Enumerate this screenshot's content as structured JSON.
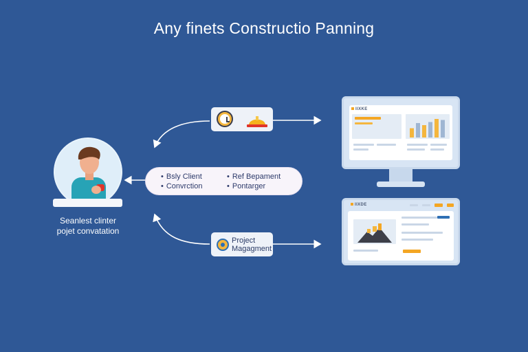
{
  "title": "Any finets Constructio Panning",
  "user": {
    "caption_line1": "Seanlest clinter",
    "caption_line2": "pojet convatation"
  },
  "pill": {
    "items_left": [
      "Bsly Client",
      "Convrction"
    ],
    "items_right": [
      "Ref Bepament",
      "Pontarger"
    ]
  },
  "project_card": {
    "line1": "Project",
    "line2": "Magagment"
  },
  "monitor": {
    "logo": "IIXKE",
    "chart": {
      "type": "bar",
      "values": [
        45,
        70,
        60,
        75,
        90,
        85
      ]
    }
  },
  "panel": {
    "logo": "IIXDE"
  },
  "colors": {
    "background": "#2f5896",
    "accent": "#f4b63e",
    "panel": "#d8e5f4"
  },
  "icons": [
    "clock-icon",
    "hard-hat-icon",
    "project-icon",
    "arrow-icon"
  ]
}
